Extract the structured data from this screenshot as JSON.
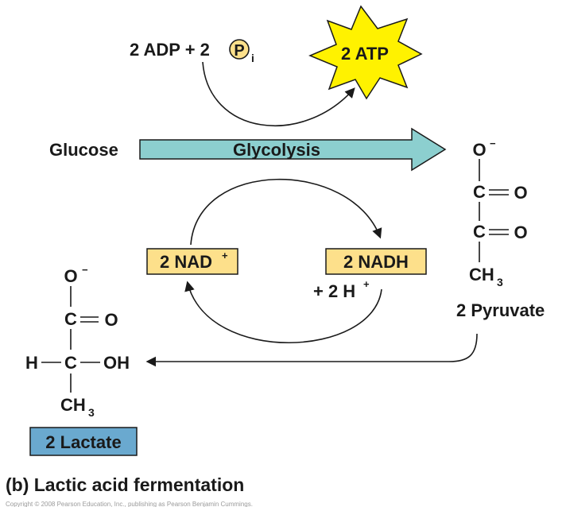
{
  "title": "(b) Lactic acid fermentation",
  "copyright": "Copyright © 2008 Pearson Education, Inc., publishing as Pearson Benjamin Cummings.",
  "inputs": {
    "text": "2 ADP + 2 ",
    "p_symbol": "P",
    "p_subscript": "i"
  },
  "atp": {
    "label": "2 ATP"
  },
  "glucose": "Glucose",
  "glycolysis": "Glycolysis",
  "nad": {
    "text": "2 NAD",
    "sup": "+"
  },
  "nadh": {
    "text": "2 NADH"
  },
  "hydrogen": {
    "text": "+ 2 H",
    "sup": "+"
  },
  "pyruvate": {
    "label": "2 Pyruvate",
    "oxygen_anion": "O",
    "anion_sign": "−",
    "carbon": "C",
    "oxygen": "O",
    "methyl": "CH",
    "methyl_sub": "3"
  },
  "lactate": {
    "label": "2 Lactate",
    "oxygen_anion": "O",
    "anion_sign": "−",
    "carbon": "C",
    "oxygen": "O",
    "hydrogen": "H",
    "hydroxyl": "OH",
    "methyl": "CH",
    "methyl_sub": "3"
  },
  "colors": {
    "arrow_teal": "#8ccfcf",
    "box_yellow": "#fde08b",
    "box_blue": "#6aa9cf",
    "burst_yellow": "#fff200",
    "ink": "#1a1a1a"
  }
}
